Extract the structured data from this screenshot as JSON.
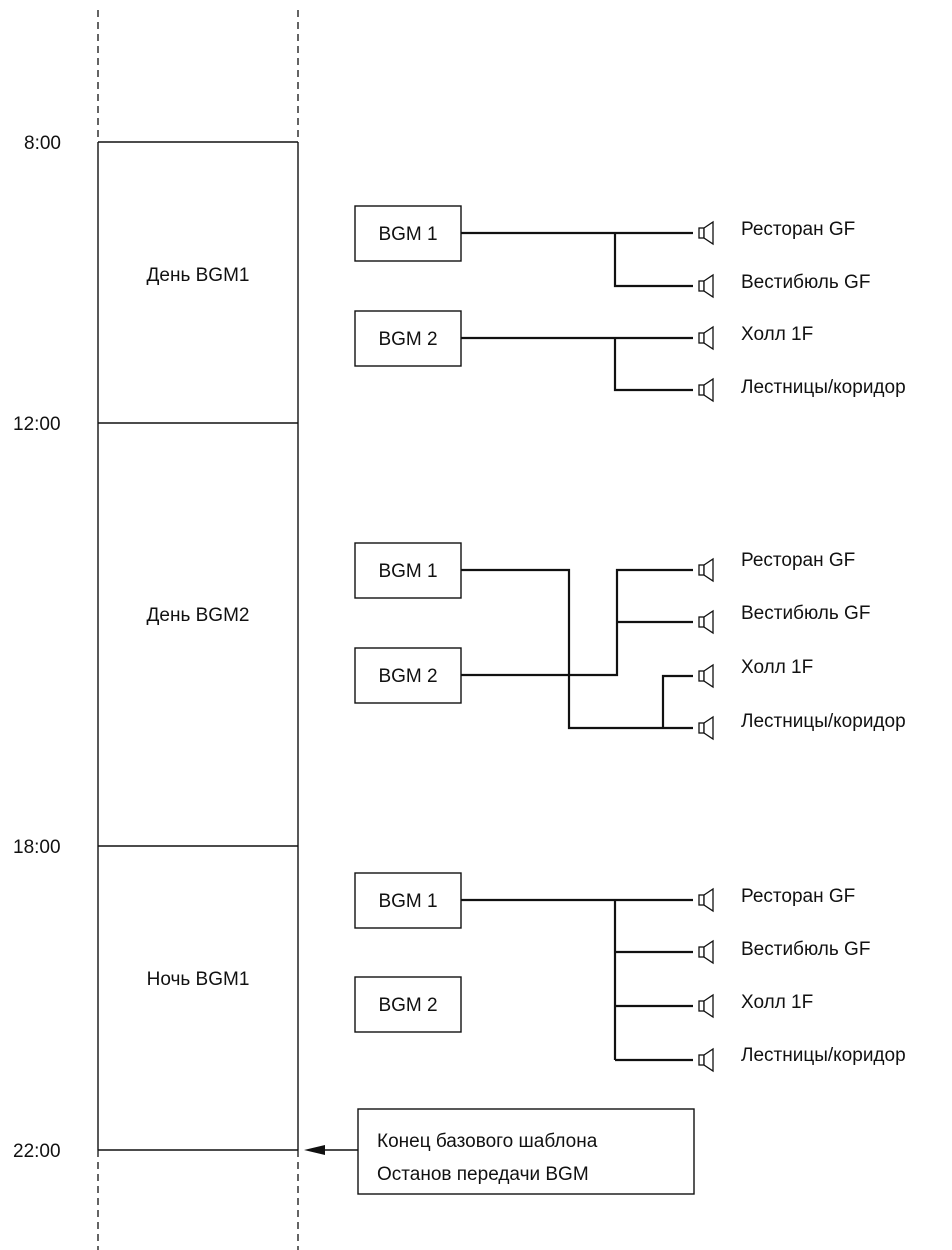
{
  "times": [
    "8:00",
    "12:00",
    "18:00",
    "22:00"
  ],
  "periods": [
    "День BGM1",
    "День BGM2",
    "Ночь BGM1"
  ],
  "sources": {
    "bgm1": "BGM 1",
    "bgm2": "BGM 2"
  },
  "zones": {
    "restaurant": "Ресторан GF",
    "lobby": "Вестибюль GF",
    "hall": "Холл 1F",
    "stairs": "Лестницы/коридор"
  },
  "note": {
    "line1": "Конец базового шаблона",
    "line2": "Останов передачи BGM"
  }
}
